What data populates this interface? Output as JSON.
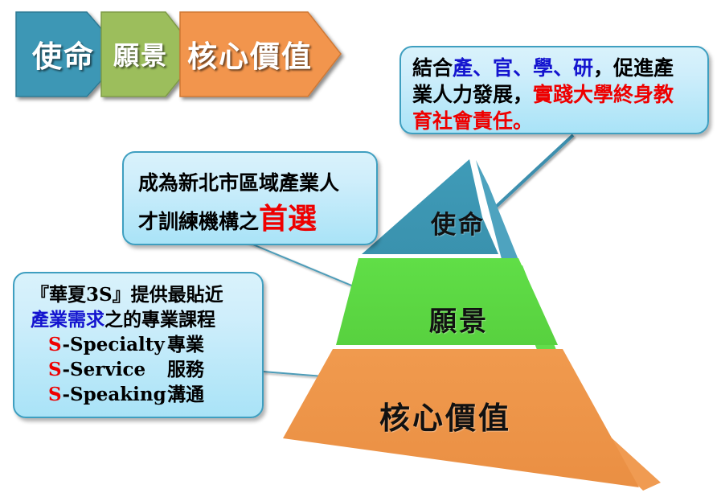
{
  "banner": {
    "items": [
      {
        "label": "使命",
        "color": "#3d97b5",
        "name": "mission"
      },
      {
        "label": "願景",
        "color": "#9cbe5c",
        "name": "vision"
      },
      {
        "label": "核心價值",
        "color": "#f2954d",
        "name": "corevalue"
      }
    ]
  },
  "callouts": {
    "mission": {
      "line1_a": "結合",
      "line1_b": "產、官、學、研",
      "line1_c": "，促進產",
      "line2_a": "業人力發展，",
      "line2_b": "實踐大學終身教",
      "line3": "育社會責任。"
    },
    "vision": {
      "line1": "成為新北市區域產業人",
      "line2_a": "才訓練機構之",
      "line2_b": "首選"
    },
    "threes": {
      "line1": "『華夏3S』提供最貼近",
      "line2_a": "產業需求",
      "line2_b": "之的專業課程",
      "items": [
        {
          "s": "S",
          "en": "-Specialty",
          "zh": "專業"
        },
        {
          "s": "S",
          "en": "-Service",
          "zh": "服務"
        },
        {
          "s": "S",
          "en": "-Speaking",
          "zh": "溝通"
        }
      ]
    }
  },
  "pyramid": {
    "layers": [
      {
        "label": "使命",
        "color": "#3d97b5",
        "side_color": "#4ea3bf",
        "name": "mission"
      },
      {
        "label": "願景",
        "color": "#5dd944",
        "side_color": "#63dd4b",
        "name": "vision"
      },
      {
        "label": "核心價值",
        "color": "#ee9447",
        "side_color": "#f09b52",
        "name": "corevalue"
      }
    ]
  },
  "connectors": {
    "mission_line_color": "#3d8fae",
    "vision_line_color": "#4d9cb8",
    "threes_line_color": "#4d9cb8"
  },
  "colors": {
    "callout_border": "#3f9fc0",
    "callout_fill_top": "#d9f2fb",
    "callout_fill_bottom": "#a9e3f7",
    "text_black": "#000000",
    "text_blue": "#1414cf",
    "text_red": "#ee0000",
    "banner_text": "#ffffff",
    "background": "#ffffff"
  }
}
